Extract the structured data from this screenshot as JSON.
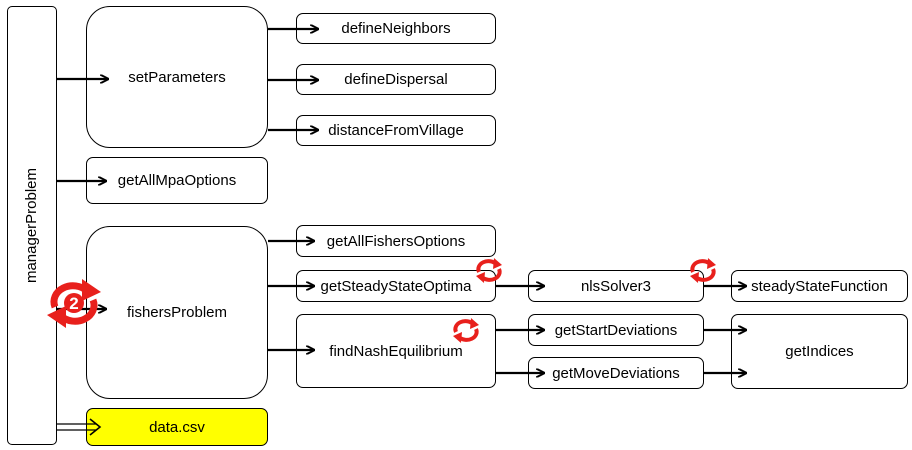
{
  "nodes": {
    "manager": "managerProblem",
    "set_parameters": "setParameters",
    "define_neighbors": "defineNeighbors",
    "define_dispersal": "defineDispersal",
    "distance_from_village": "distanceFromVillage",
    "get_all_mpa_options": "getAllMpaOptions",
    "fishers_problem": "fishersProblem",
    "get_all_fishers_options": "getAllFishersOptions",
    "get_steady_state_optima": "getSteadyStateOptima",
    "nls_solver3": "nlsSolver3",
    "steady_state_function": "steadyStateFunction",
    "find_nash_equilibrium": "findNashEquilibrium",
    "get_start_deviations": "getStartDeviations",
    "get_move_deviations": "getMoveDeviations",
    "get_indices": "getIndices",
    "data_csv": "data.csv"
  },
  "loop_badge": "2",
  "colors": {
    "loop": "#e8201c",
    "data_fill": "#ffff00",
    "stroke": "#000000"
  },
  "icons": [
    "loop-arrows-icon"
  ]
}
